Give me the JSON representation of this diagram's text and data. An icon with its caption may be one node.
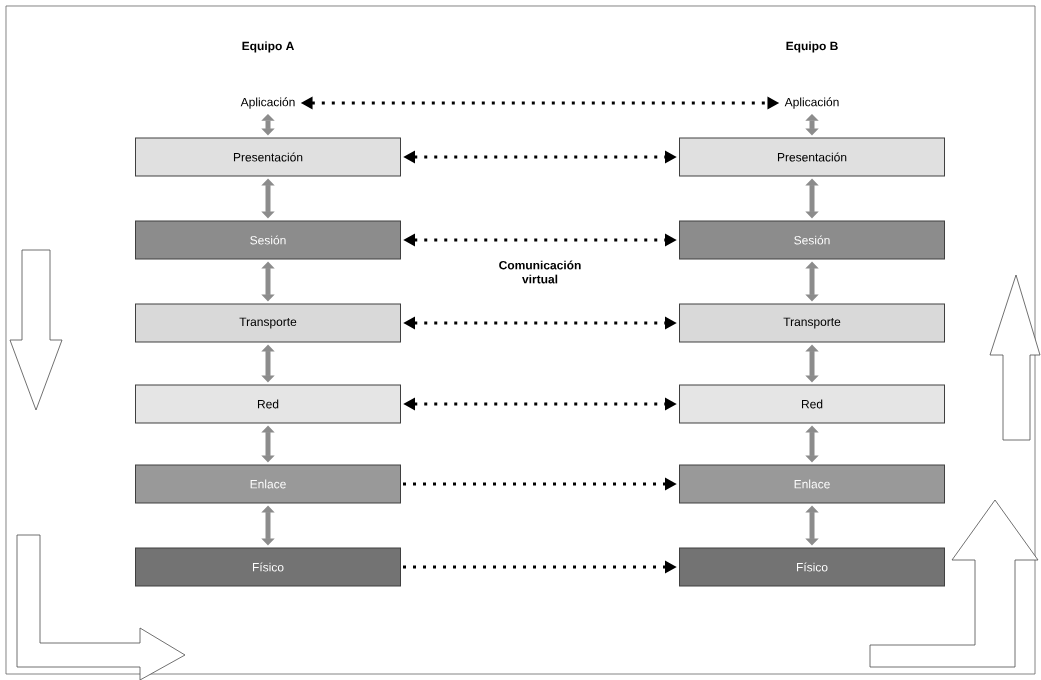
{
  "diagram": {
    "nodes": [
      {
        "text": [
          "Aplicación"
        ]
      },
      {
        "text": [
          "Presentación"
        ]
      },
      {
        "text": [
          "Sesión"
        ]
      },
      {
        "text": [
          "Transporte"
        ]
      },
      {
        "text": [
          "Red"
        ]
      },
      {
        "text": [
          "Enlace"
        ]
      },
      {
        "text": [
          "Físico"
        ]
      },
      {
        "text": [
          "Aplicación"
        ]
      },
      {
        "text": [
          "Presentación"
        ]
      },
      {
        "text": [
          "Sesión"
        ]
      },
      {
        "text": [
          "Transporte"
        ]
      },
      {
        "text": [
          "Red"
        ]
      },
      {
        "text": [
          "Enlace"
        ]
      },
      {
        "text": [
          "Físico"
        ]
      }
    ],
    "edges": [
      {
        "from": 0,
        "to": 1,
        "arrow": "both"
      },
      {
        "from": 1,
        "to": 2,
        "arrow": "both"
      },
      {
        "from": 2,
        "to": 3,
        "arrow": "both"
      },
      {
        "from": 3,
        "to": 4,
        "arrow": "both"
      },
      {
        "from": 4,
        "to": 5,
        "arrow": "both"
      },
      {
        "from": 5,
        "to": 6,
        "arrow": "both"
      },
      {
        "from": 7,
        "to": 8,
        "arrow": "both"
      },
      {
        "from": 8,
        "to": 9,
        "arrow": "both"
      },
      {
        "from": 9,
        "to": 10,
        "arrow": "both"
      },
      {
        "from": 10,
        "to": 11,
        "arrow": "both"
      },
      {
        "from": 11,
        "to": 12,
        "arrow": "both"
      },
      {
        "from": 12,
        "to": 13,
        "arrow": "both"
      },
      {
        "from": 0,
        "to": 7,
        "arrow": "both",
        "style": "dashed",
        "color": "#000000"
      },
      {
        "from": 1,
        "to": 8,
        "arrow": "both",
        "style": "dashed",
        "color": "#000000"
      },
      {
        "from": 2,
        "to": 9,
        "arrow": "both",
        "style": "dashed",
        "color": "#000000"
      },
      {
        "from": 3,
        "to": 10,
        "arrow": "both",
        "style": "dashed",
        "color": "#000000"
      },
      {
        "from": 4,
        "to": 11,
        "arrow": "both",
        "style": "dashed",
        "color": "#000000"
      },
      {
        "from": 5,
        "to": 12,
        "arrow": "to",
        "style": "dashed",
        "color": "#000000"
      },
      {
        "from": 6,
        "to": 13,
        "arrow": "to",
        "style": "dashed",
        "color": "#000000"
      }
    ],
    "labels": [
      "Equipo A",
      "Equipo B",
      "Comunicación virtual"
    ]
  }
}
